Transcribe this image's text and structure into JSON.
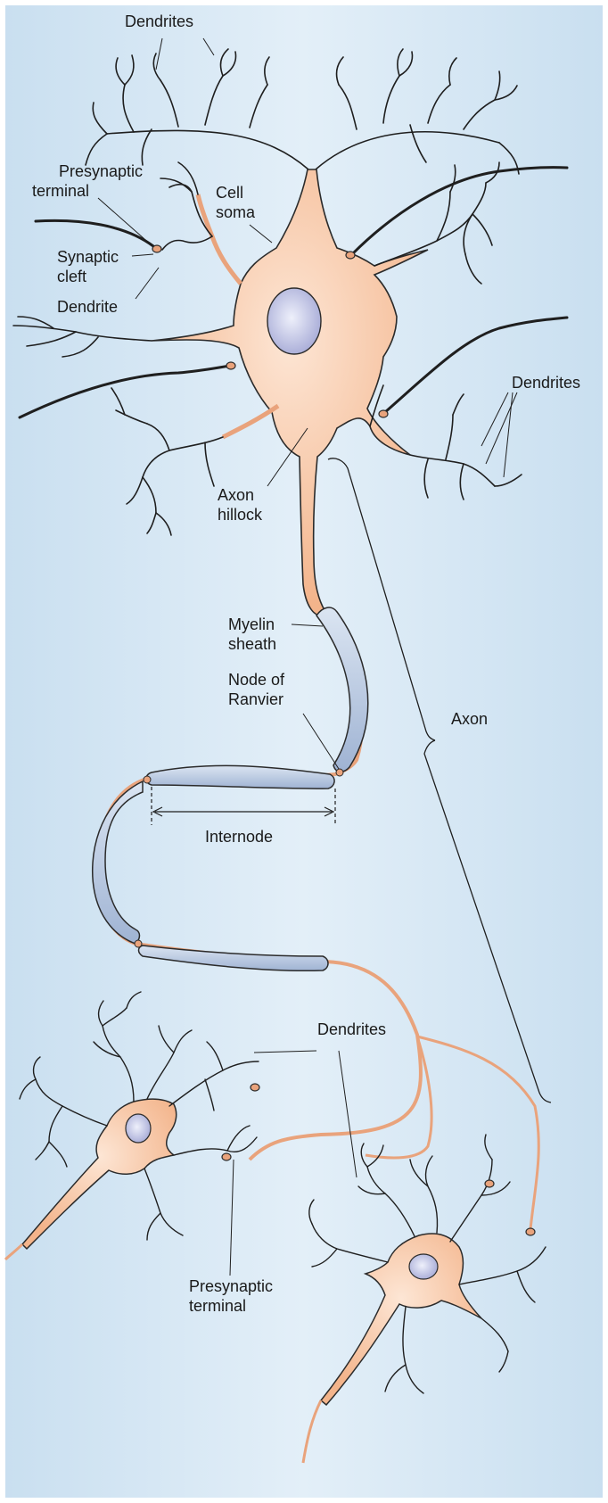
{
  "colors": {
    "background_gradient": [
      "#c9dff0",
      "#e3eff8"
    ],
    "cell_body": "#f6c4a2",
    "cell_body_highlight": "#fde6d5",
    "cell_outline": "#2b2b2b",
    "axon": "#e9a37c",
    "myelin": "#a9bcd9",
    "myelin_highlight": "#dbe5f2",
    "nucleus": "#b6b9dd",
    "nucleus_highlight": "#eef0fb",
    "dendrite": "#1f1f1f",
    "label": "#1a1a1a"
  },
  "labels": {
    "dendrites_top": "Dendrites",
    "presynaptic_terminal_top_1": "Presynaptic",
    "presynaptic_terminal_top_2": "terminal",
    "synaptic_cleft_1": "Synaptic",
    "synaptic_cleft_2": "cleft",
    "dendrite_single": "Dendrite",
    "cell_soma_1": "Cell",
    "cell_soma_2": "soma",
    "dendrites_right": "Dendrites",
    "axon_hillock_1": "Axon",
    "axon_hillock_2": "hillock",
    "myelin_sheath_1": "Myelin",
    "myelin_sheath_2": "sheath",
    "node_of_ranvier_1": "Node of",
    "node_of_ranvier_2": "Ranvier",
    "axon": "Axon",
    "internode": "Internode",
    "dendrites_bottom": "Dendrites",
    "presynaptic_terminal_bottom_1": "Presynaptic",
    "presynaptic_terminal_bottom_2": "terminal"
  },
  "icons": [
    "neuron-cell-illustration",
    "nucleus",
    "myelin-segment",
    "synaptic-bouton"
  ]
}
